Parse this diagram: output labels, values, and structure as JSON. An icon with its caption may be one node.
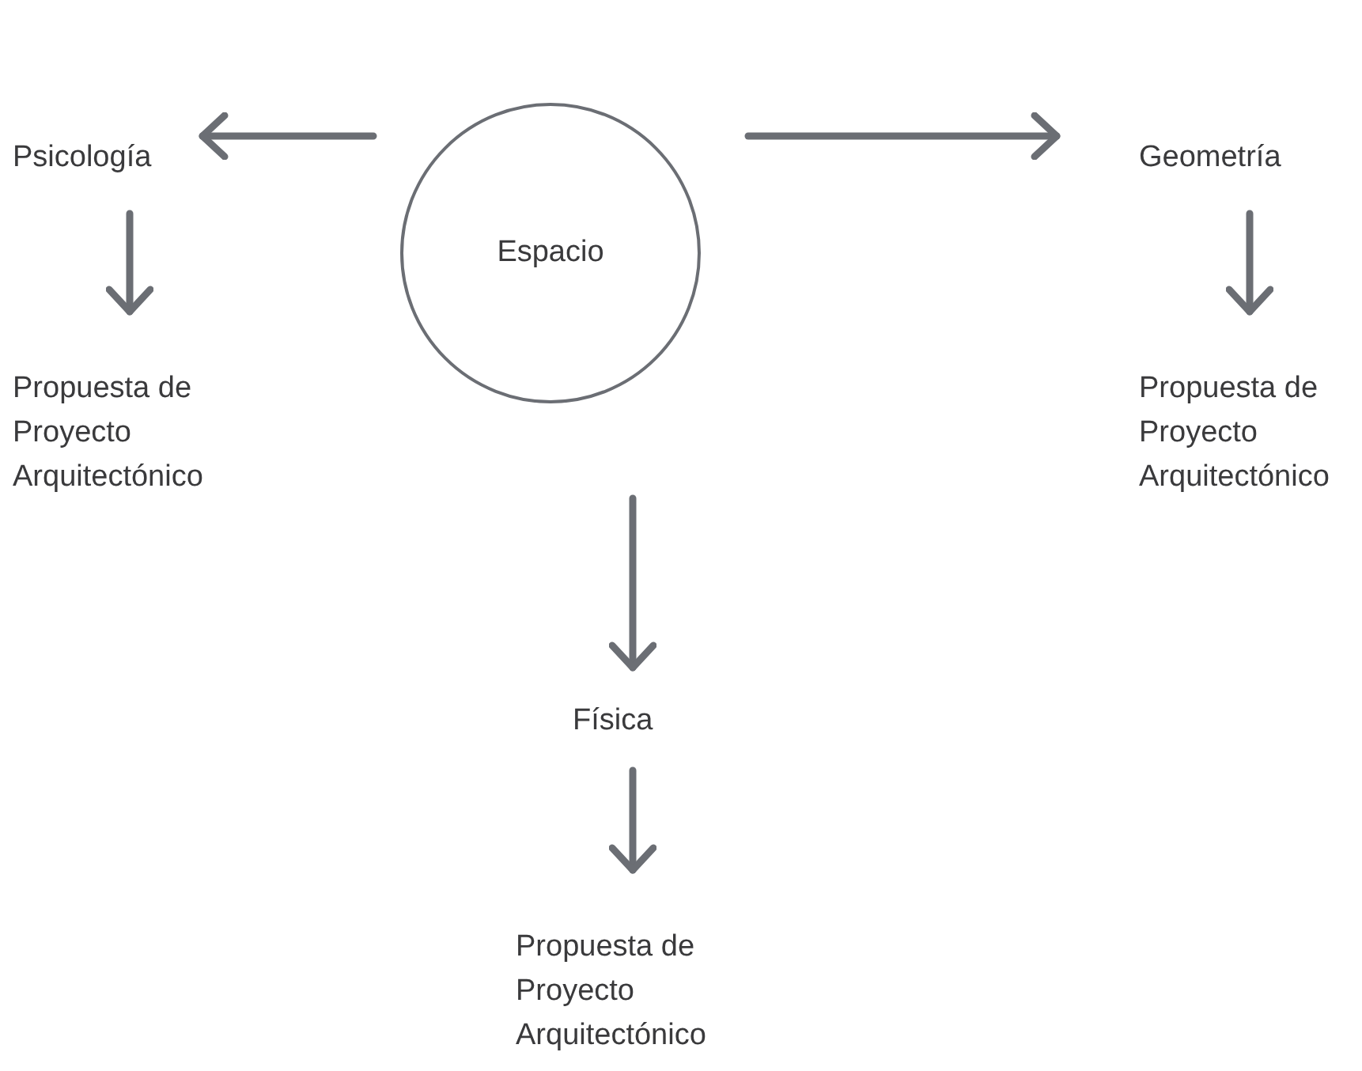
{
  "diagram": {
    "nodes": [
      {
        "text": [
          "Espacio"
        ]
      },
      {
        "text": [
          "Psicología"
        ]
      },
      {
        "text": [
          "Propuesta de Proyecto Arquitectónico"
        ]
      },
      {
        "text": [
          "Geometría"
        ]
      },
      {
        "text": [
          "Propuesta de Proyecto Arquitectónico"
        ]
      },
      {
        "text": [
          "Física"
        ]
      },
      {
        "text": [
          "Propuesta de Proyecto Arquitectónico"
        ]
      }
    ],
    "edges": [
      {
        "from": 0,
        "to": 1,
        "arrow": "to"
      },
      {
        "from": 0,
        "to": 3,
        "arrow": "to"
      },
      {
        "from": 1,
        "to": 2,
        "arrow": "to"
      },
      {
        "from": 3,
        "to": 4,
        "arrow": "to"
      },
      {
        "from": 0,
        "to": 5,
        "arrow": "to"
      },
      {
        "from": 5,
        "to": 6,
        "arrow": "to"
      }
    ]
  }
}
